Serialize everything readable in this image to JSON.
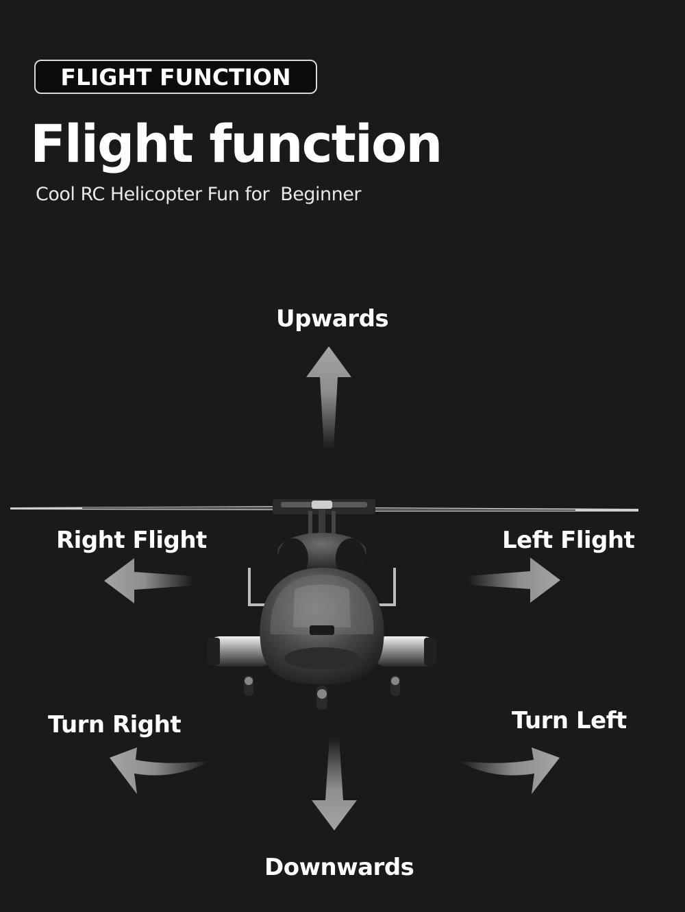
{
  "badge": {
    "label": "FLIGHT FUNCTION"
  },
  "header": {
    "title": "Flight function",
    "subtitle": "Cool RC Helicopter Fun for  Beginner"
  },
  "directions": {
    "up": "Upwards",
    "down": "Downwards",
    "right_flight": "Right Flight",
    "left_flight": "Left Flight",
    "turn_right": "Turn Right",
    "turn_left": "Turn Left"
  },
  "colors": {
    "background": "#1a1a1a",
    "text": "#ffffff",
    "arrow": "#9a9a9a"
  },
  "icons": {
    "main": "helicopter-icon",
    "arrows": [
      "arrow-up-icon",
      "arrow-down-icon",
      "arrow-left-icon",
      "arrow-right-icon",
      "curved-arrow-left-icon",
      "curved-arrow-right-icon"
    ]
  }
}
